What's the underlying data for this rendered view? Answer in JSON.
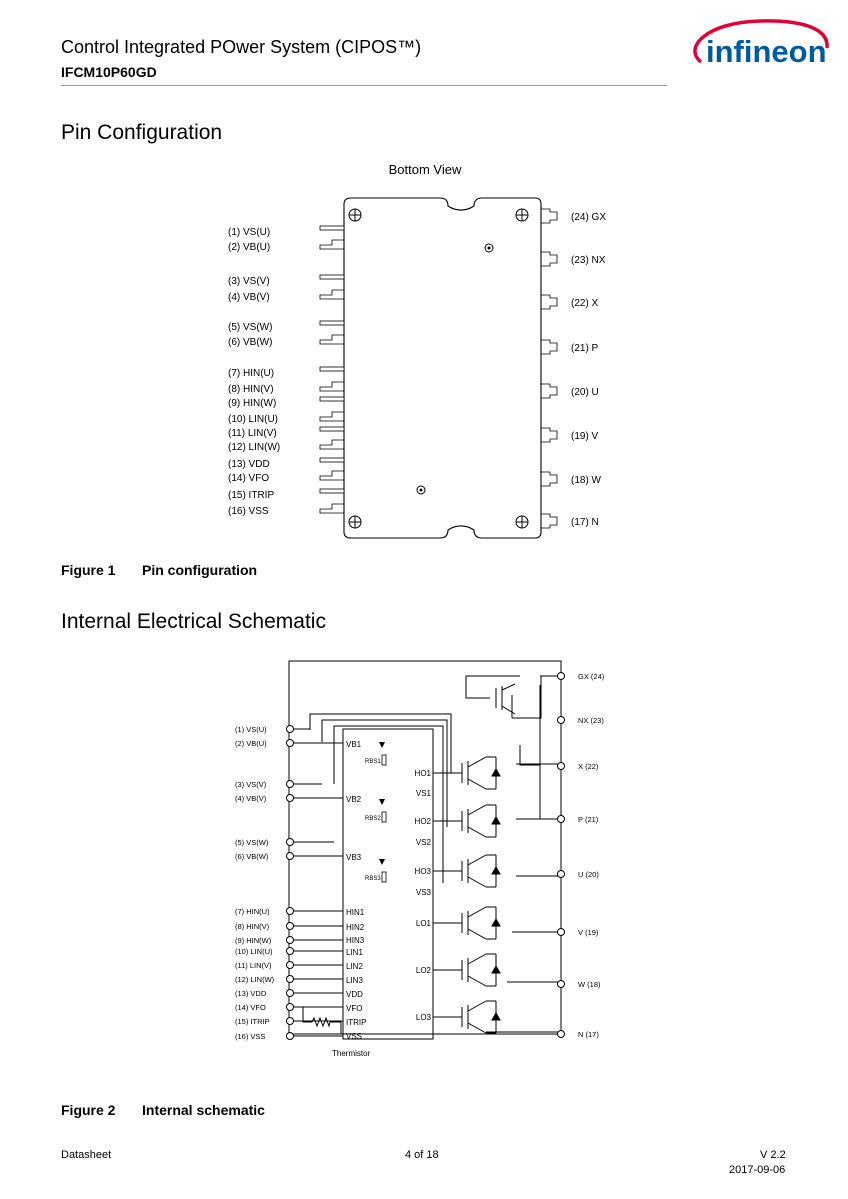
{
  "header": {
    "title": "Control Integrated POwer System (CIPOS™)",
    "part_number": "IFCM10P60GD",
    "logo_text": "infineon"
  },
  "sections": {
    "pin_config_heading": "Pin Configuration",
    "schematic_heading": "Internal Electrical Schematic"
  },
  "figure1": {
    "view_label": "Bottom View",
    "left_pins": [
      "(1) VS(U)",
      "(2) VB(U)",
      "(3) VS(V)",
      "(4) VB(V)",
      "(5) VS(W)",
      "(6) VB(W)",
      "(7) HIN(U)",
      "(8) HIN(V)",
      "(9) HIN(W)",
      "(10) LIN(U)",
      "(11) LIN(V)",
      "(12) LIN(W)",
      "(13) VDD",
      "(14) VFO",
      "(15) ITRIP",
      "(16) VSS"
    ],
    "right_pins": [
      "(24) GX",
      "(23) NX",
      "(22) X",
      "(21) P",
      "(20) U",
      "(19) V",
      "(18) W",
      "(17) N"
    ],
    "caption_number": "Figure 1",
    "caption_text": "Pin configuration"
  },
  "figure2": {
    "left_pins": [
      "(1) VS(U)",
      "(2) VB(U)",
      "(3) VS(V)",
      "(4) VB(V)",
      "(5) VS(W)",
      "(6) VB(W)",
      "(7) HIN(U)",
      "(8) HIN(V)",
      "(9) HIN(W)",
      "(10) LIN(U)",
      "(11) LIN(V)",
      "(12) LIN(W)",
      "(13) VDD",
      "(14) VFO",
      "(15) ITRIP",
      "(16) VSS"
    ],
    "right_pins": [
      "GX (24)",
      "NX (23)",
      "X (22)",
      "P (21)",
      "U (20)",
      "V (19)",
      "W (18)",
      "N (17)"
    ],
    "ic_left_labels": [
      "VB1",
      "VB2",
      "VB3",
      "HIN1",
      "HIN2",
      "HIN3",
      "LIN1",
      "LIN2",
      "LIN3",
      "VDD",
      "VFO",
      "ITRIP",
      "VSS"
    ],
    "ic_right_labels": [
      "HO1",
      "VS1",
      "HO2",
      "VS2",
      "HO3",
      "VS3",
      "LO1",
      "LO2",
      "LO3"
    ],
    "bootstrap_labels": [
      "RBS1",
      "RBS2",
      "RBS3"
    ],
    "thermistor_label": "Thermistor",
    "caption_number": "Figure 2",
    "caption_text": "Internal schematic"
  },
  "footer": {
    "doc_type": "Datasheet",
    "page": "4 of 18",
    "version": "V 2.2",
    "date": "2017-09-06"
  },
  "colors": {
    "brand_red": "#e30034",
    "brand_blue": "#005aa0",
    "rule": "#999999"
  }
}
